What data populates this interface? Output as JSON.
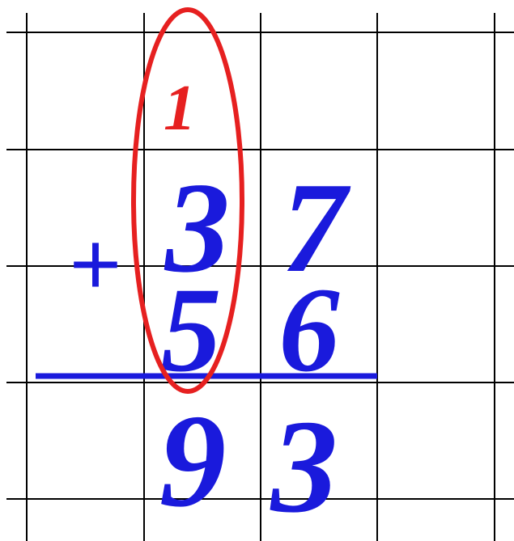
{
  "colors": {
    "grid": "#000000",
    "digits": "#1a1adc",
    "carry": "#e62020",
    "highlight": "#e62020",
    "background": "#ffffff"
  },
  "problem": {
    "operator": "+",
    "carry": "1",
    "addend1": {
      "tens": "3",
      "ones": "7"
    },
    "addend2": {
      "tens": "5",
      "ones": "6"
    },
    "sum": {
      "tens": "9",
      "ones": "3"
    }
  }
}
